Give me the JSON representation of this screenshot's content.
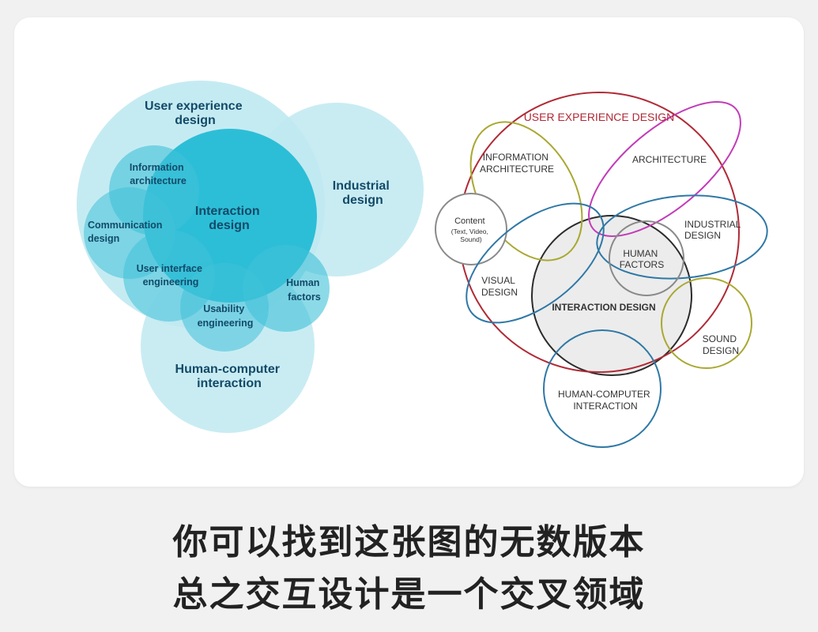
{
  "colors": {
    "light_cyan": "#bfe9f1",
    "mid_cyan": "#62cbdf",
    "deep_cyan": "#12b6d2",
    "label_navy": "#124a68",
    "ux_red": "#b02a36",
    "olive": "#a9a832",
    "magenta": "#c23cb8",
    "steel_blue": "#2f78a6",
    "gray": "#8a8a8a",
    "dark": "#333333"
  },
  "left_diagram": {
    "user_experience_design": [
      "User experience",
      "design"
    ],
    "industrial_design": [
      "Industrial",
      "design"
    ],
    "information_architecture": [
      "Information",
      "architecture"
    ],
    "interaction_design": [
      "Interaction",
      "design"
    ],
    "communication_design": [
      "Communication",
      "design"
    ],
    "user_interface_engineering": [
      "User interface",
      "engineering"
    ],
    "human_factors": [
      "Human",
      "factors"
    ],
    "usability_engineering": [
      "Usability",
      "engineering"
    ],
    "human_computer_interaction": [
      "Human-computer",
      "interaction"
    ]
  },
  "right_diagram": {
    "user_experience_design": "USER EXPERIENCE DESIGN",
    "information_architecture": [
      "INFORMATION",
      "ARCHITECTURE"
    ],
    "architecture": "ARCHITECTURE",
    "content": [
      "Content",
      "(Text, Video,",
      "Sound)"
    ],
    "industrial_design": [
      "INDUSTRIAL",
      "DESIGN"
    ],
    "human_factors": [
      "HUMAN",
      "FACTORS"
    ],
    "visual_design": [
      "VISUAL",
      "DESIGN"
    ],
    "interaction_design": "INTERACTION DESIGN",
    "sound_design": [
      "SOUND",
      "DESIGN"
    ],
    "human_computer_interaction": [
      "HUMAN-COMPUTER",
      "INTERACTION"
    ]
  },
  "caption": {
    "line1": "你可以找到这张图的无数版本",
    "line2": "总之交互设计是一个交叉领域"
  }
}
